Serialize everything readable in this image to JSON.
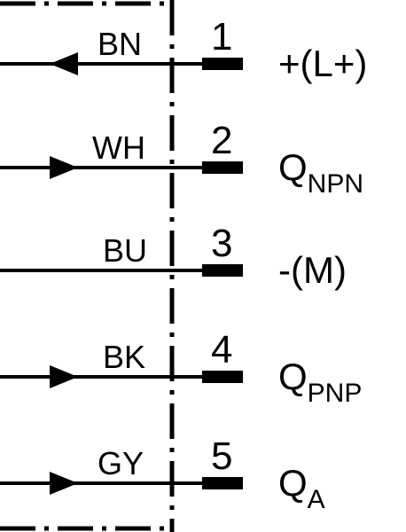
{
  "diagram": {
    "pins": [
      {
        "number": "1",
        "wire_color": "BN",
        "arrow": "left",
        "signal": "+(L+)",
        "signal_sub": ""
      },
      {
        "number": "2",
        "wire_color": "WH",
        "arrow": "right",
        "signal": "Q",
        "signal_sub": "NPN"
      },
      {
        "number": "3",
        "wire_color": "BU",
        "arrow": "none",
        "signal": "-(M)",
        "signal_sub": ""
      },
      {
        "number": "4",
        "wire_color": "BK",
        "arrow": "right",
        "signal": "Q",
        "signal_sub": "PNP"
      },
      {
        "number": "5",
        "wire_color": "GY",
        "arrow": "right",
        "signal": "Q",
        "signal_sub": "A"
      }
    ],
    "colors": {
      "line": "#000000",
      "background": "#ffffff"
    }
  }
}
